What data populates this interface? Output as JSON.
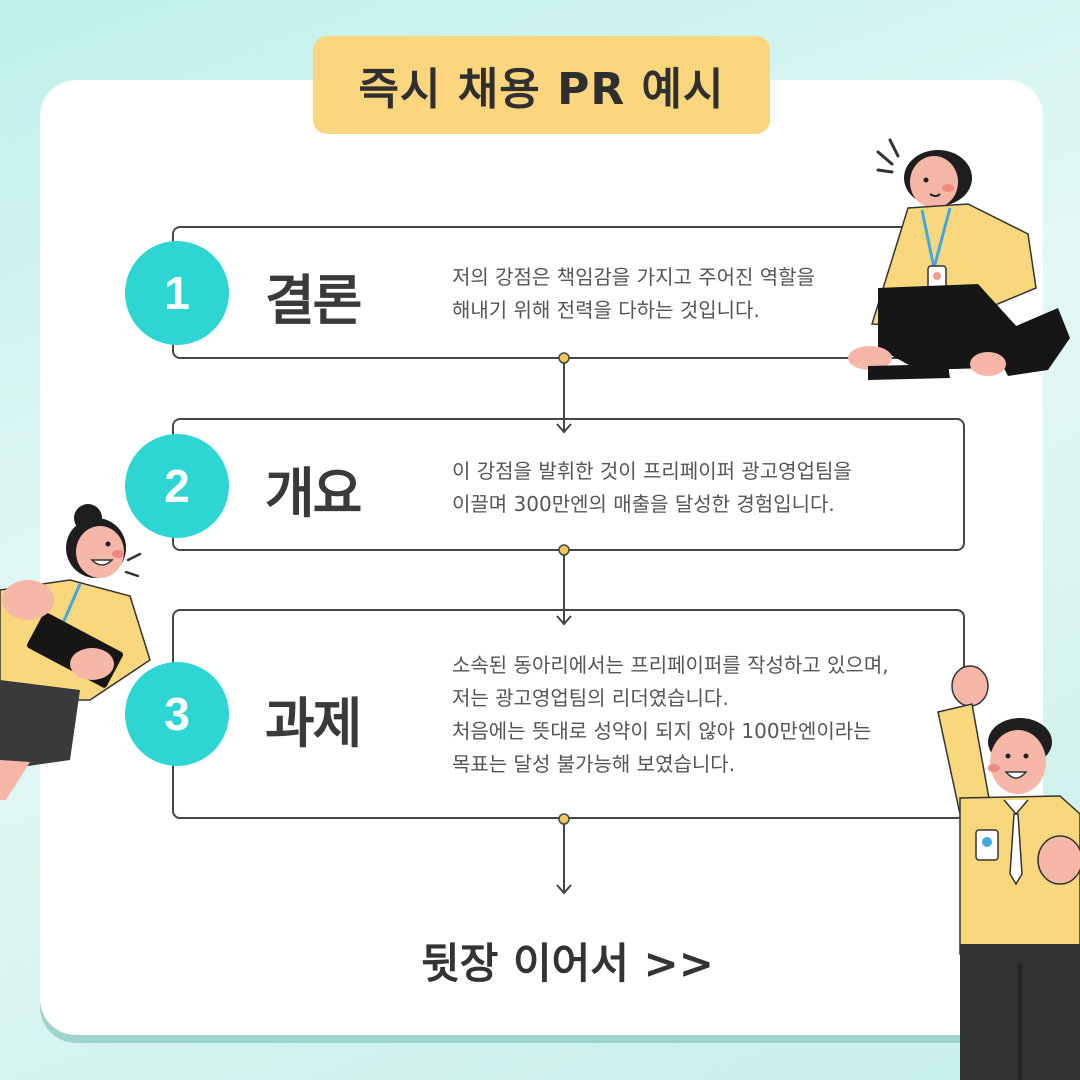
{
  "title": "즉시 채용 PR 예시",
  "steps": [
    {
      "number": "1",
      "heading": "결론",
      "description": "저의 강점은 책임감을 가지고 주어진 역할을\n해내기 위해 전력을 다하는 것입니다."
    },
    {
      "number": "2",
      "heading": "개요",
      "description": "이 강점을 발휘한 것이 프리페이퍼 광고영업팀을\n이끌며 300만엔의 매출을 달성한 경험입니다."
    },
    {
      "number": "3",
      "heading": "과제",
      "description": "소속된 동아리에서는 프리페이퍼를 작성하고 있으며,\n저는 광고영업팀의 리더였습니다.\n처음에는 뜻대로 성약이 되지 않아 100만엔이라는\n목표는 달성 불가능해 보였습니다."
    }
  ],
  "footer": "뒷장 이어서 >>",
  "colors": {
    "background": "#c6efe9",
    "card": "#ffffff",
    "title_pill": "#fbd67e",
    "step_circle": "#2dd5d3",
    "box_border": "#454545",
    "connector_dot": "#f2c85b"
  },
  "illustrations": [
    "kneeling-woman-illustration",
    "woman-with-notebook-illustration",
    "cheering-man-illustration"
  ]
}
